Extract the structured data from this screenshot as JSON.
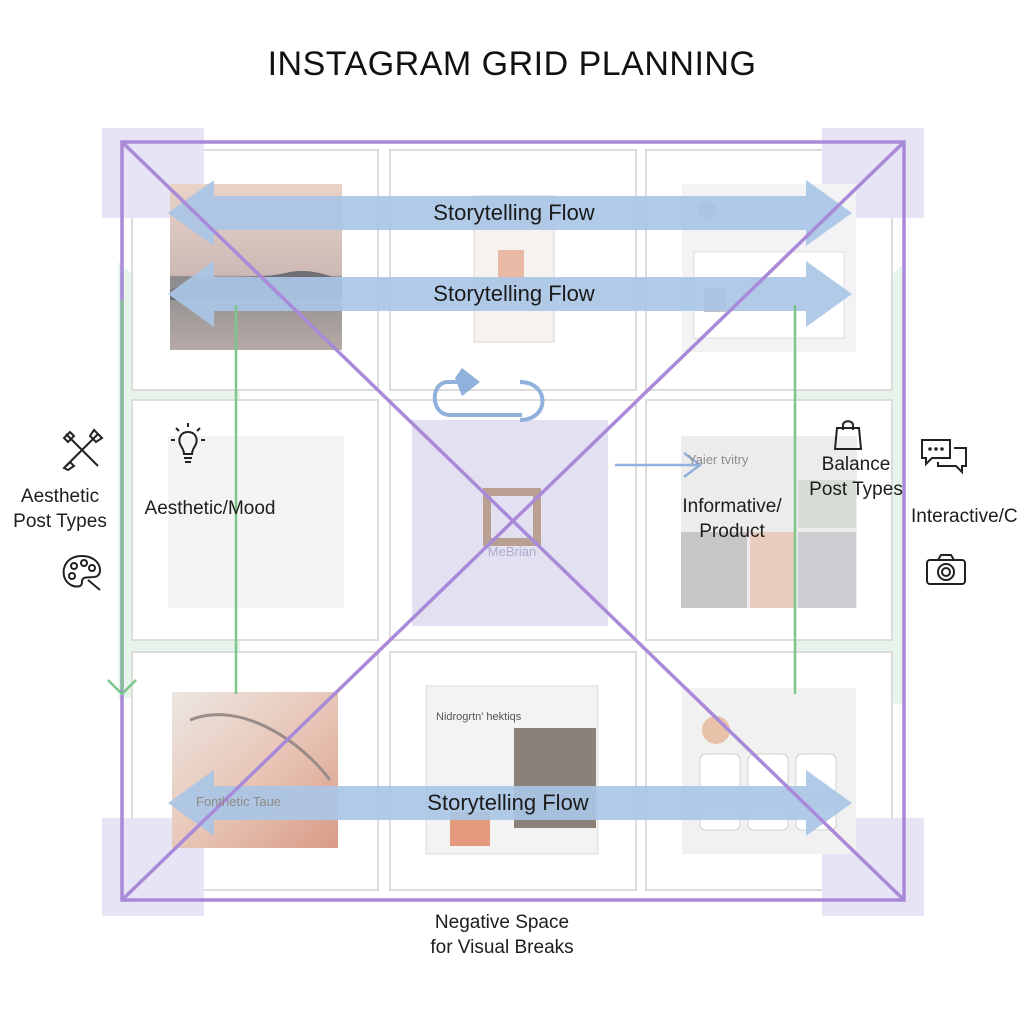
{
  "title": "INSTAGRAM GRID PLANNING",
  "flows": {
    "top": "Storytelling Flow",
    "middle": "Storytelling Flow",
    "bottom": "Storytelling Flow"
  },
  "left_label": "Aesthetic\nPost Types",
  "right_label": "Interactive/C",
  "cell_labels": {
    "aesthetic_mood": "Aesthetic/Mood",
    "informative_product": "Informative/\nProduct",
    "balance_post_types": "Balance\nPost Types"
  },
  "bottom_label": "Negative Space\nfor Visual Breaks",
  "faint_texts": {
    "center_logo": "MeBrian",
    "row3_col2_heading": "Nidrogrtn' hektiqs",
    "row3_col1_text": "Fonthetic Taue",
    "row2_col3_text": "Yaier tvitry"
  },
  "icons": {
    "left_top": "paintbrush-pencil-icon",
    "left_bottom": "palette-icon",
    "right_top": "chat-bubbles-icon",
    "right_bottom": "camera-icon",
    "cell_mood": "lightbulb-icon",
    "cell_balance": "shopping-bag-icon",
    "center_cycle": "cycle-arrows-icon"
  },
  "colors": {
    "purple": "#a689d6",
    "blue_band": "#9fbfe3",
    "green": "#7cc58b",
    "green_fill": "#e4f3e6",
    "lavender": "#e6e4f5"
  }
}
